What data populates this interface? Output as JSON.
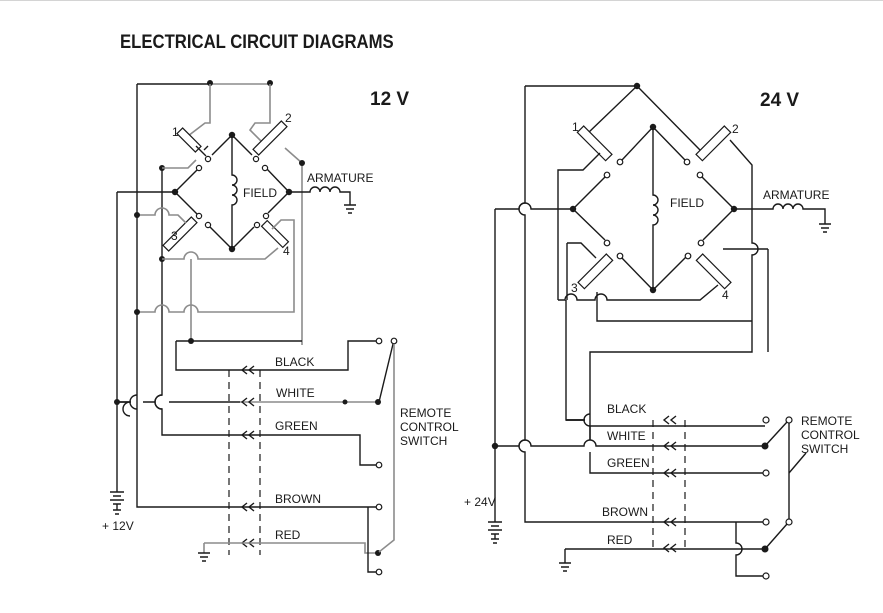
{
  "title": "ELECTRICAL CIRCUIT DIAGRAMS",
  "diagrams": [
    {
      "voltage_label": "12 V",
      "supply_label": "+ 12V",
      "field_label": "FIELD",
      "armature_label": "ARMATURE",
      "solenoid_numbers": [
        "1",
        "2",
        "3",
        "4"
      ],
      "wire_labels": [
        "BLACK",
        "WHITE",
        "GREEN",
        "BROWN",
        "RED"
      ],
      "switch_label": [
        "REMOTE",
        "CONTROL",
        "SWITCH"
      ]
    },
    {
      "voltage_label": "24 V",
      "supply_label": "+ 24V",
      "field_label": "FIELD",
      "armature_label": "ARMATURE",
      "solenoid_numbers": [
        "1",
        "2",
        "3",
        "4"
      ],
      "wire_labels": [
        "BLACK",
        "WHITE",
        "GREEN",
        "BROWN",
        "RED"
      ],
      "switch_label": [
        "REMOTE",
        "CONTROL",
        "SWITCH"
      ]
    }
  ]
}
